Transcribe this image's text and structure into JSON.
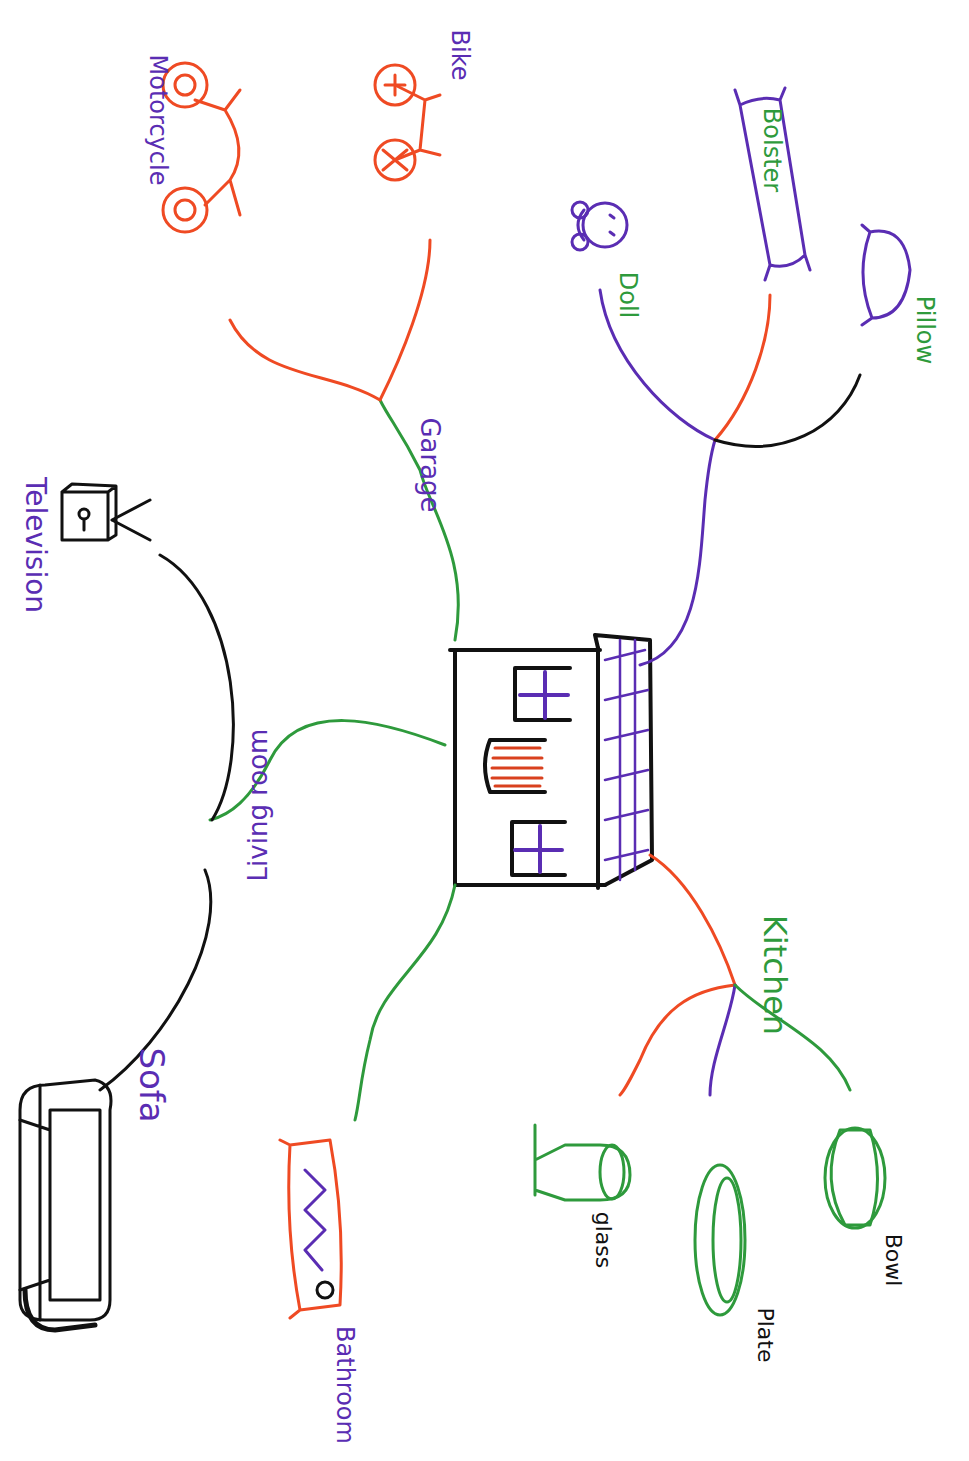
{
  "diagram": {
    "labels": [
      "Bike",
      "Motorcycle",
      "Bolster",
      "Doll",
      "Pillow",
      "Garage",
      "Television",
      "Living room",
      "Kitchen",
      "Sofa",
      "glass",
      "Plate",
      "Bowl",
      "Bathroom"
    ]
  }
}
